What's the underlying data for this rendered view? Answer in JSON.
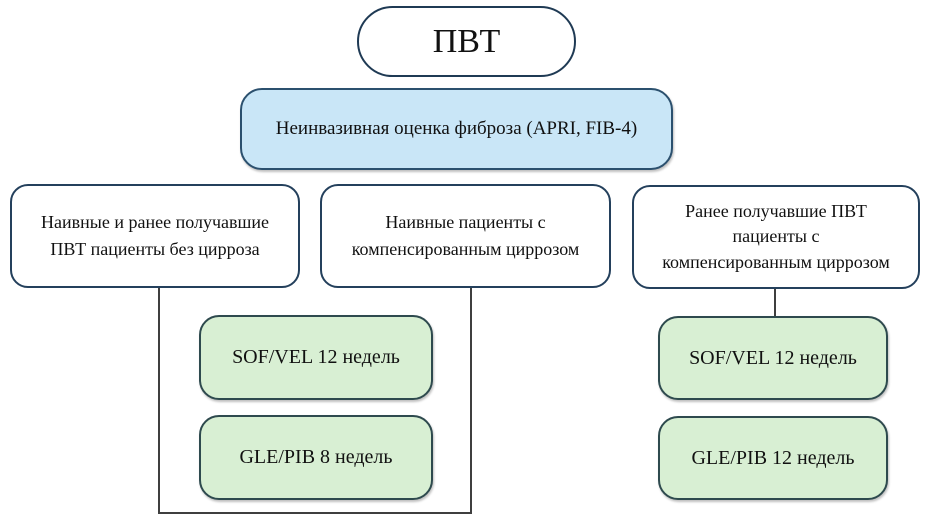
{
  "flowchart": {
    "title_node": "ПВТ",
    "assessment_node": "Неинвазивная оценка фиброза (APRI, FIB-4)",
    "patient_groups": [
      "Наивные и ранее получавшие ПВТ пациенты без цирроза",
      "Наивные пациенты с компенсированным циррозом",
      "Ранее получавшие ПВТ пациенты с компенсированным циррозом"
    ],
    "regimens_shared_bracket": [
      "SOF/VEL 12 недель",
      "GLE/PIB 8 недель"
    ],
    "regimens_experienced_cirrhosis": [
      "SOF/VEL 12 недель",
      "GLE/PIB 12 недель"
    ],
    "colors": {
      "oval-border": "#1f3a54",
      "blue-fill": "#c9e6f7",
      "blue-border": "#2b506e",
      "white-border": "#24405c",
      "green-fill": "#d8efd3",
      "green-border": "#2e4a4e",
      "line-color": "#3f3f3f"
    }
  }
}
